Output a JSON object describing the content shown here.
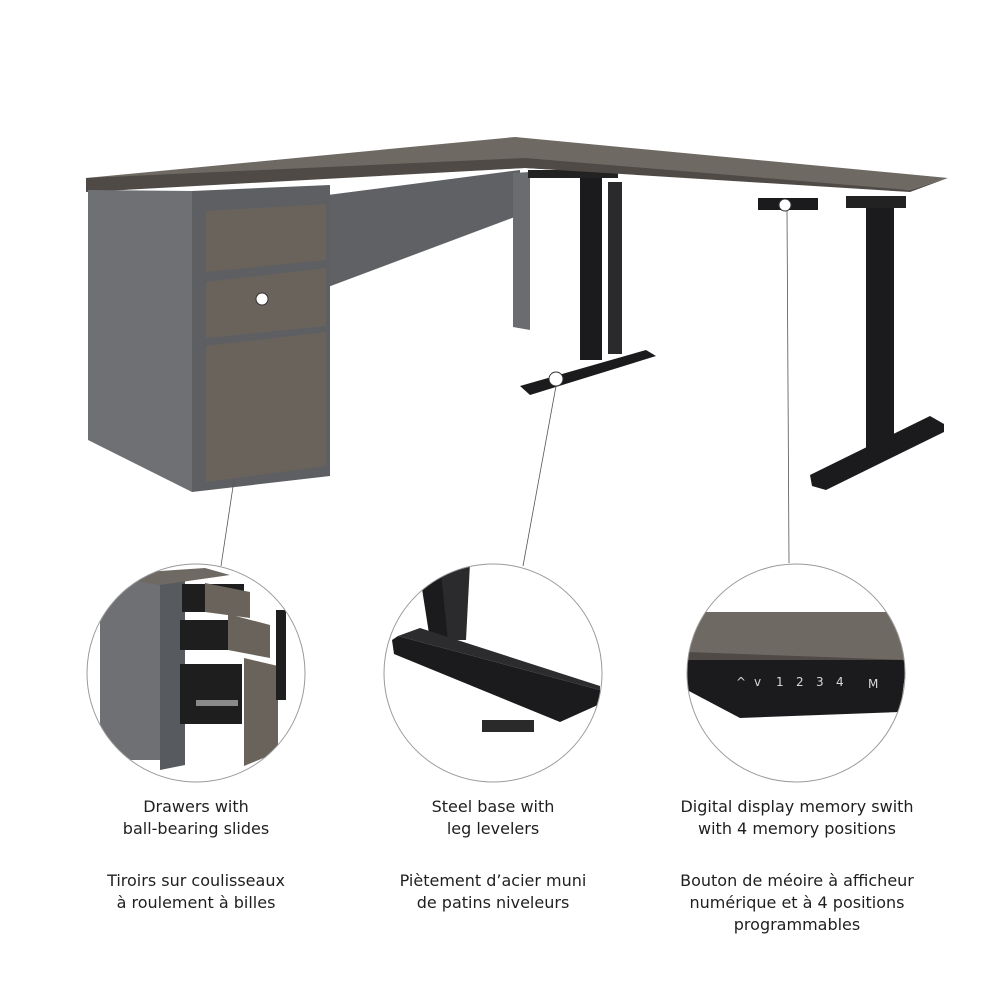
{
  "features": [
    {
      "en_lines": [
        "Drawers with",
        "ball-bearing slides"
      ],
      "fr_lines": [
        "Tiroirs sur coulisseaux",
        "à roulement à billes"
      ]
    },
    {
      "en_lines": [
        "Steel base with",
        "leg levelers"
      ],
      "fr_lines": [
        "Piètement d’acier muni",
        "de patins niveleurs"
      ]
    },
    {
      "en_lines": [
        "Digital display memory swith",
        "with 4 memory positions"
      ],
      "fr_lines": [
        "Bouton de méoire à afficheur",
        "numérique et à 4 positions",
        "programmables"
      ]
    }
  ],
  "keypad": {
    "keys": [
      "^",
      "v",
      "1",
      "2",
      "3",
      "4",
      "M"
    ]
  },
  "colors": {
    "desktop_top": "#6f6963",
    "desktop_front": "#5a5550",
    "steel_gray": "#6e7073",
    "leg_black": "#1b1b1d",
    "drawer_wood": "#6a635c",
    "caption_text": "#1f1f1f"
  }
}
